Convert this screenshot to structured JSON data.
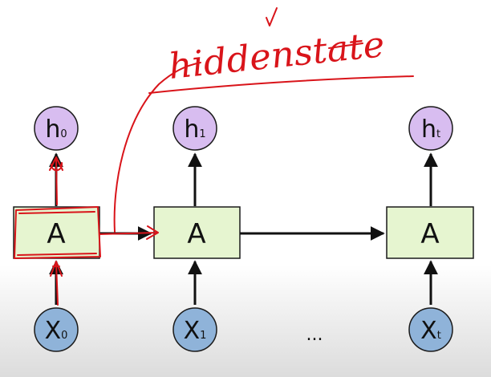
{
  "diagram": {
    "cells": [
      {
        "label": "A"
      },
      {
        "label": "A"
      },
      {
        "label": "A"
      }
    ],
    "outputs": [
      {
        "main": "h",
        "sub": "0"
      },
      {
        "main": "h",
        "sub": "1"
      },
      {
        "main": "h",
        "sub": "t"
      }
    ],
    "inputs": [
      {
        "main": "X",
        "sub": "0"
      },
      {
        "main": "X",
        "sub": "1"
      },
      {
        "main": "X",
        "sub": "t"
      }
    ],
    "ellipsis": "...",
    "annotation": {
      "text": "hiddenstate",
      "color": "#d9141a"
    },
    "colors": {
      "cell_fill": "#e6f5d0",
      "output_fill": "#d8bdf0",
      "input_fill": "#8fb3d9",
      "stroke": "#1a1a1a"
    }
  }
}
